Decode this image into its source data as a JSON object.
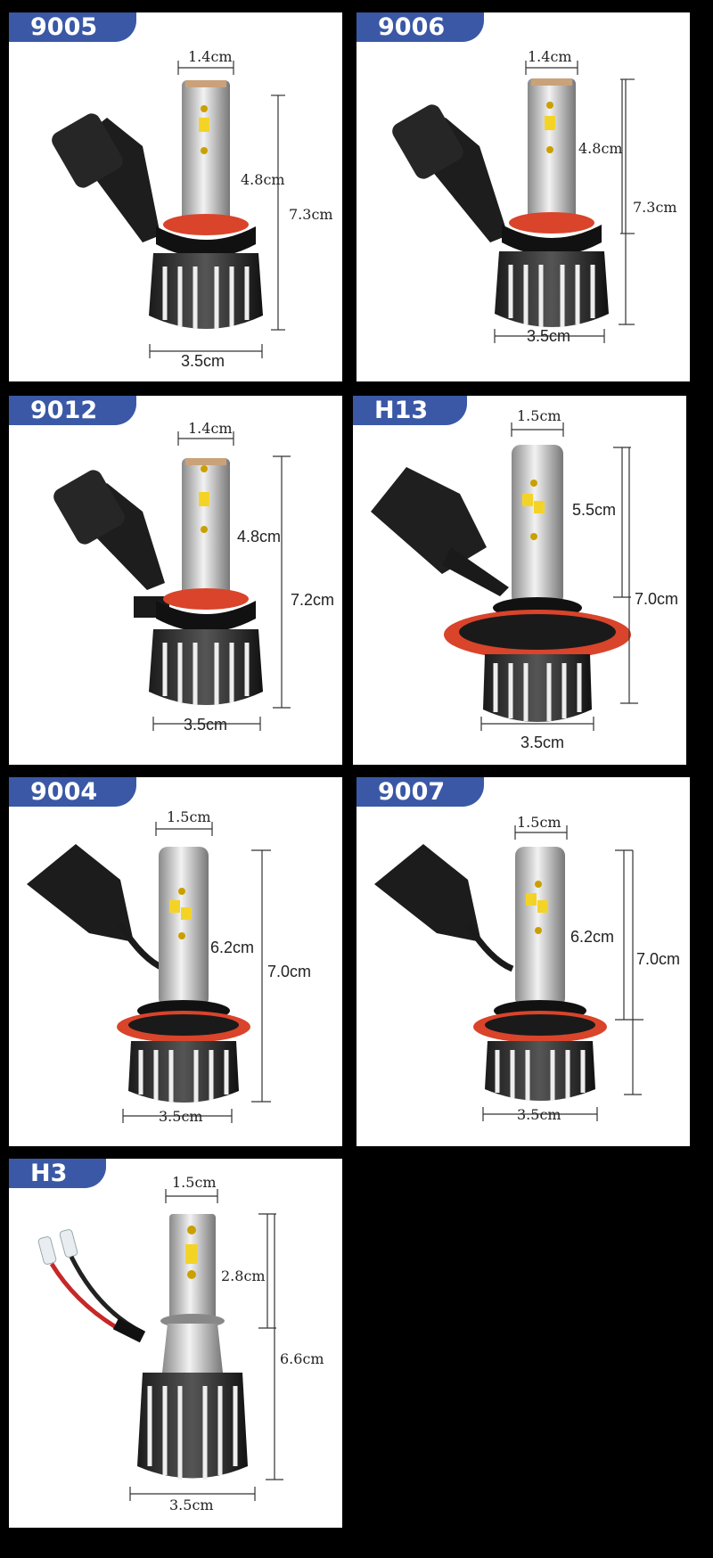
{
  "colors": {
    "page_bg": "#000000",
    "card_bg": "#ffffff",
    "tag_bg": "#3a58a6",
    "ring": "#d9442b"
  },
  "products": [
    {
      "model": "9005",
      "width_top": "1.4cm",
      "led_height": "4.8cm",
      "total_height": "7.3cm",
      "base_width": "3.5cm"
    },
    {
      "model": "9006",
      "width_top": "1.4cm",
      "led_height": "4.8cm",
      "total_height": "7.3cm",
      "base_width": "3.5cm"
    },
    {
      "model": "9012",
      "width_top": "1.4cm",
      "led_height": "4.8cm",
      "total_height": "7.2cm",
      "base_width": "3.5cm"
    },
    {
      "model": "H13",
      "width_top": "1.5cm",
      "led_height": "5.5cm",
      "total_height": "7.0cm",
      "base_width": "3.5cm"
    },
    {
      "model": "9004",
      "width_top": "1.5cm",
      "led_height": "6.2cm",
      "total_height": "7.0cm",
      "base_width": "3.5cm"
    },
    {
      "model": "9007",
      "width_top": "1.5cm",
      "led_height": "6.2cm",
      "total_height": "7.0cm",
      "base_width": "3.5cm"
    },
    {
      "model": "H3",
      "width_top": "1.5cm",
      "led_height": "2.8cm",
      "total_height": "6.6cm",
      "base_width": "3.5cm"
    }
  ]
}
